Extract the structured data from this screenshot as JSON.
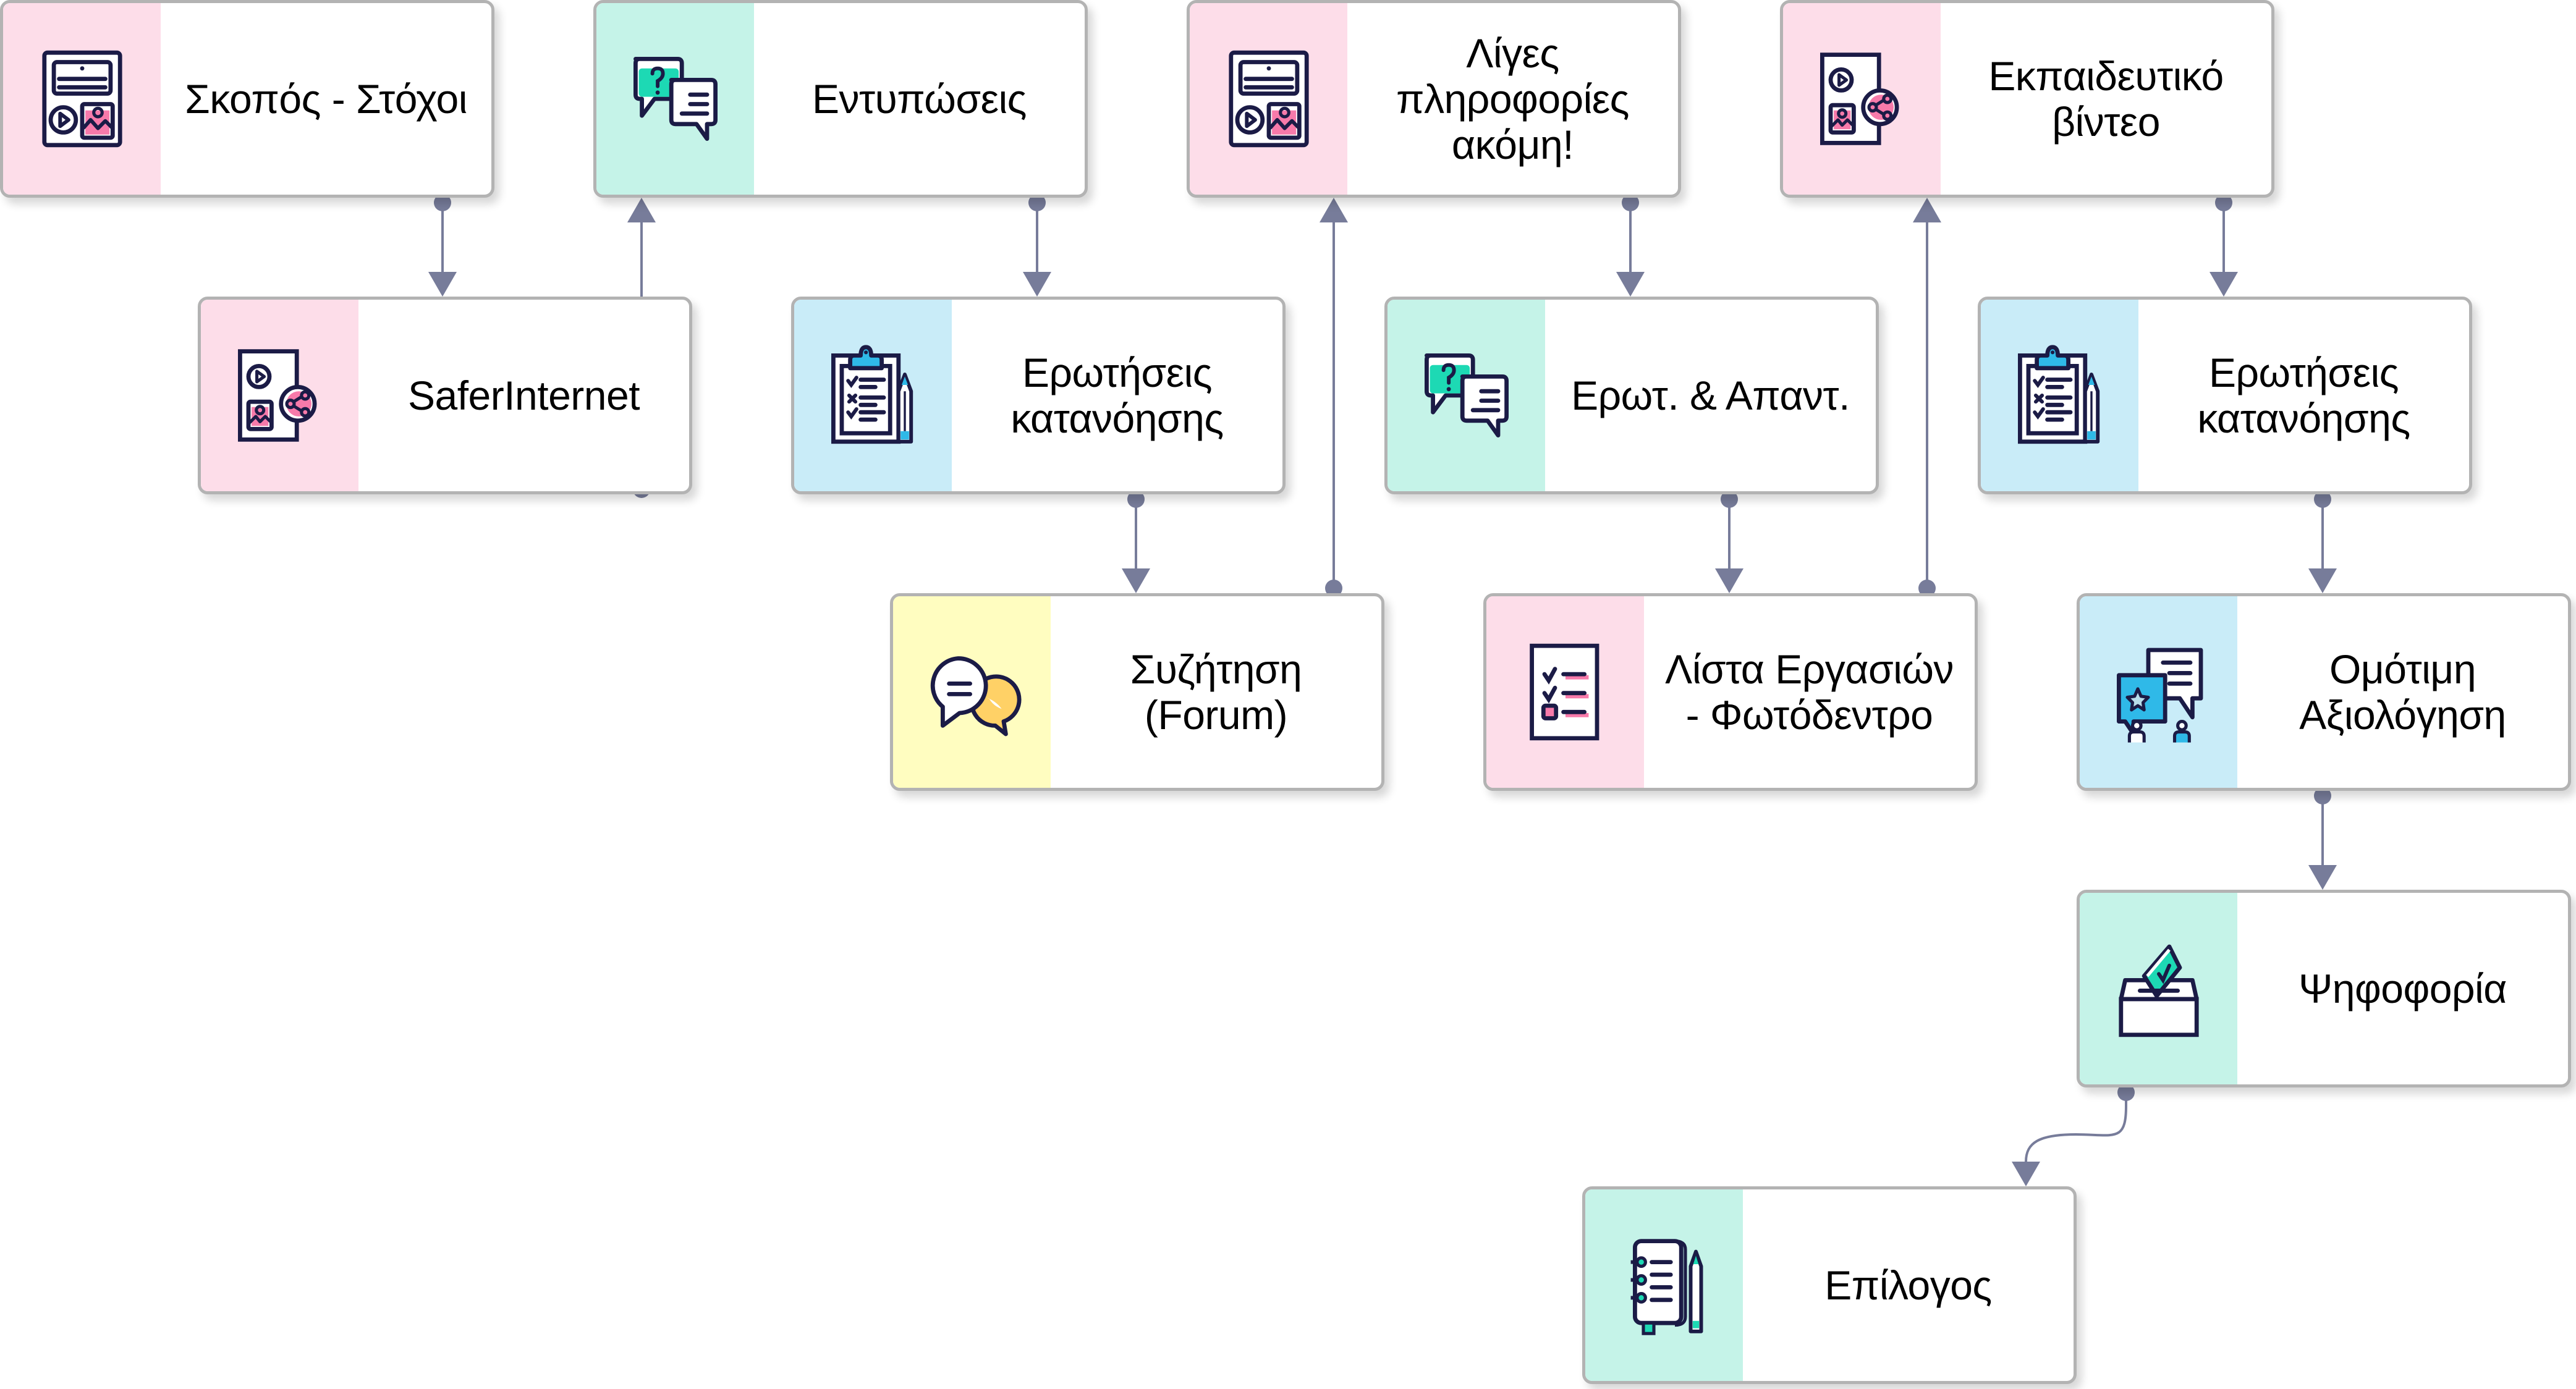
{
  "diagram": {
    "colors": {
      "connector": "#777c9a",
      "node_border": "#b3b3b3",
      "strip_pink": "#fddde9",
      "strip_mint": "#c5f3e8",
      "strip_blue": "#c9ecf8",
      "strip_yellow": "#fffdc0",
      "icon_outline": "#1b1b46",
      "icon_pink": "#f77aaa",
      "icon_teal": "#1dd9b4",
      "icon_blue": "#2fb9e8",
      "icon_orange": "#ffd166"
    },
    "nodes": [
      {
        "id": "n1",
        "label": "Σκοπός - Στόχοι",
        "icon": "media-page-icon",
        "strip": "pink"
      },
      {
        "id": "n2",
        "label": "SaferInternet",
        "icon": "media-share-icon",
        "strip": "pink"
      },
      {
        "id": "n3",
        "label": "Εντυπώσεις",
        "icon": "question-chat-icon",
        "strip": "mint"
      },
      {
        "id": "n4",
        "label": "Ερωτήσεις\nκατανόησης",
        "icon": "clipboard-checklist-icon",
        "strip": "blue"
      },
      {
        "id": "n5",
        "label": "Συζήτηση\n(Forum)",
        "icon": "forum-bubbles-icon",
        "strip": "yellow"
      },
      {
        "id": "n6",
        "label": "Λίγες\nπληροφορίες\nακόμη!",
        "icon": "media-page-icon",
        "strip": "pink"
      },
      {
        "id": "n7",
        "label": "Ερωτ. & Απαντ.",
        "icon": "question-chat-icon",
        "strip": "mint"
      },
      {
        "id": "n8",
        "label": "Λίστα Εργασιών\n- Φωτόδεντρο",
        "icon": "task-list-icon",
        "strip": "pink"
      },
      {
        "id": "n9",
        "label": "Εκπαιδευτικό\nβίντεο",
        "icon": "media-share-icon",
        "strip": "pink"
      },
      {
        "id": "n10",
        "label": "Ερωτήσεις\nκατανόησης",
        "icon": "clipboard-checklist-icon",
        "strip": "blue"
      },
      {
        "id": "n11",
        "label": "Ομότιμη\nΑξιολόγηση",
        "icon": "peer-review-icon",
        "strip": "blue"
      },
      {
        "id": "n12",
        "label": "Ψηφοφορία",
        "icon": "ballot-box-icon",
        "strip": "mint"
      },
      {
        "id": "n13",
        "label": "Επίλογος",
        "icon": "notebook-pencil-icon",
        "strip": "mint"
      }
    ],
    "edges": [
      {
        "from": "n1",
        "to": "n2"
      },
      {
        "from": "n2",
        "to": "n3"
      },
      {
        "from": "n3",
        "to": "n4"
      },
      {
        "from": "n4",
        "to": "n5"
      },
      {
        "from": "n5",
        "to": "n6"
      },
      {
        "from": "n6",
        "to": "n7"
      },
      {
        "from": "n7",
        "to": "n8"
      },
      {
        "from": "n8",
        "to": "n9"
      },
      {
        "from": "n9",
        "to": "n10"
      },
      {
        "from": "n10",
        "to": "n11"
      },
      {
        "from": "n11",
        "to": "n12"
      },
      {
        "from": "n12",
        "to": "n13"
      }
    ]
  }
}
